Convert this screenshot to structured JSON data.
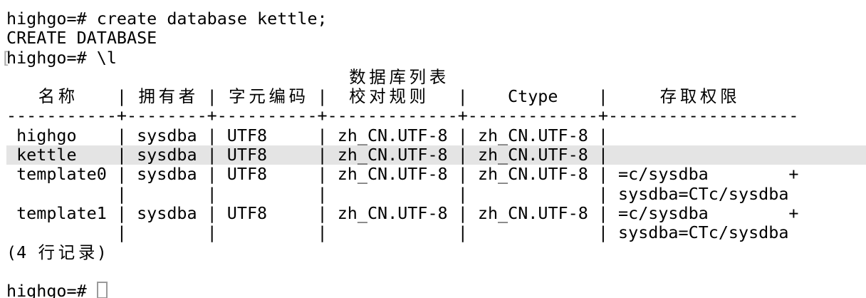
{
  "terminal": {
    "app": "psql-highgo-terminal",
    "prompt": "highgo=# ",
    "mark_bracket": "[",
    "lines": [
      "highgo=# create database kettle;",
      "CREATE DATABASE",
      "highgo=# \\l",
      "                                  数据库列表",
      "   名称    | 拥有者 | 字元编码 |  校对规则   |    Ctype    |     存取权限",
      "-----------+--------+----------+-------------+-------------+-------------------",
      " highgo    | sysdba | UTF8     | zh_CN.UTF-8 | zh_CN.UTF-8 | ",
      " kettle    | sysdba | UTF8     | zh_CN.UTF-8 | zh_CN.UTF-8 | ",
      " template0 | sysdba | UTF8     | zh_CN.UTF-8 | zh_CN.UTF-8 | =c/sysdba        +",
      "           |        |          |             |             | sysdba=CTc/sysdba",
      " template1 | sysdba | UTF8     | zh_CN.UTF-8 | zh_CN.UTF-8 | =c/sysdba        +",
      "           |        |          |             |             | sysdba=CTc/sysdba",
      "(4 行记录)",
      "",
      "highgo=# "
    ]
  },
  "commands": [
    {
      "prompt": "highgo=#",
      "input": "create database kettle;",
      "output": "CREATE DATABASE"
    },
    {
      "prompt": "highgo=#",
      "input": "\\l"
    }
  ],
  "database_table": {
    "title": "数据库列表",
    "headers": [
      "名称",
      "拥有者",
      "字元编码",
      "校对规则",
      "Ctype",
      "存取权限"
    ],
    "rows": [
      {
        "name": "highgo",
        "owner": "sysdba",
        "encoding": "UTF8",
        "collate": "zh_CN.UTF-8",
        "ctype": "zh_CN.UTF-8",
        "access": ""
      },
      {
        "name": "kettle",
        "owner": "sysdba",
        "encoding": "UTF8",
        "collate": "zh_CN.UTF-8",
        "ctype": "zh_CN.UTF-8",
        "access": ""
      },
      {
        "name": "template0",
        "owner": "sysdba",
        "encoding": "UTF8",
        "collate": "zh_CN.UTF-8",
        "ctype": "zh_CN.UTF-8",
        "access": "=c/sysdba          + sysdba=CTc/sysdba"
      },
      {
        "name": "template1",
        "owner": "sysdba",
        "encoding": "UTF8",
        "collate": "zh_CN.UTF-8",
        "ctype": "zh_CN.UTF-8",
        "access": "=c/sysdba          + sysdba=CTc/sysdba"
      }
    ],
    "footer": "(4 行记录)",
    "selected_row": "kettle"
  },
  "colors": {
    "background": "#ffffff",
    "text": "#000000",
    "selection": "#e4e4e4",
    "cursor_outline": "#9a9a9a",
    "prompt_mark": "#ababab"
  }
}
